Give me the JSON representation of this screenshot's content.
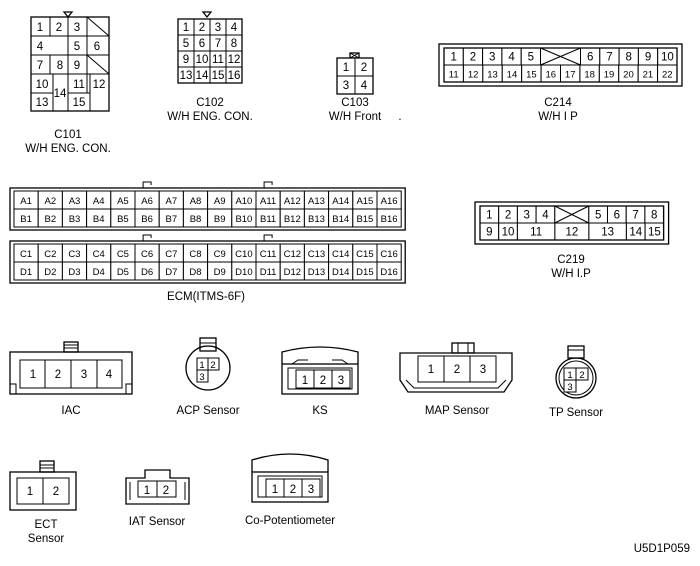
{
  "connectors": {
    "c101": {
      "id": "C101",
      "desc": "W/H ENG. CON.",
      "pins": [
        "1",
        "2",
        "3",
        "4",
        "5",
        "6",
        "7",
        "8",
        "9",
        "10",
        "11",
        "12",
        "13",
        "14",
        "15"
      ]
    },
    "c102": {
      "id": "C102",
      "desc": "W/H ENG. CON.",
      "pins": [
        "1",
        "2",
        "3",
        "4",
        "5",
        "6",
        "7",
        "8",
        "9",
        "10",
        "11",
        "12",
        "13",
        "14",
        "15",
        "16"
      ]
    },
    "c103": {
      "id": "C103",
      "desc": "W/H Front",
      "pins": [
        "1",
        "2",
        "3",
        "4"
      ]
    },
    "c214": {
      "id": "C214",
      "desc": "W/H I P",
      "top": [
        "1",
        "2",
        "3",
        "4",
        "5",
        "6",
        "7",
        "8",
        "9",
        "10"
      ],
      "bottom": [
        "11",
        "12",
        "13",
        "14",
        "15",
        "16",
        "17",
        "18",
        "19",
        "20",
        "21",
        "22"
      ]
    },
    "ecm": {
      "label": "ECM(ITMS-6F)",
      "a": [
        "A1",
        "A2",
        "A3",
        "A4",
        "A5",
        "A6",
        "A7",
        "A8",
        "A9",
        "A10",
        "A11",
        "A12",
        "A13",
        "A14",
        "A15",
        "A16"
      ],
      "b": [
        "B1",
        "B2",
        "B3",
        "B4",
        "B5",
        "B6",
        "B7",
        "B8",
        "B9",
        "B10",
        "B11",
        "B12",
        "B13",
        "B14",
        "B15",
        "B16"
      ],
      "c": [
        "C1",
        "C2",
        "C3",
        "C4",
        "C5",
        "C6",
        "C7",
        "C8",
        "C9",
        "C10",
        "C11",
        "C12",
        "C13",
        "C14",
        "C15",
        "C16"
      ],
      "d": [
        "D1",
        "D2",
        "D3",
        "D4",
        "D5",
        "D6",
        "D7",
        "D8",
        "D9",
        "D10",
        "D11",
        "D12",
        "D13",
        "D14",
        "D15",
        "D16"
      ]
    },
    "c219": {
      "id": "C219",
      "desc": "W/H I.P",
      "top": [
        "1",
        "2",
        "3",
        "4",
        "5",
        "6",
        "7",
        "8"
      ],
      "bottom": [
        "9",
        "10",
        "11",
        "12",
        "13",
        "14",
        "15"
      ]
    },
    "iac": {
      "label": "IAC",
      "pins": [
        "1",
        "2",
        "3",
        "4"
      ]
    },
    "acp": {
      "label": "ACP Sensor",
      "pins": [
        "1",
        "2",
        "3"
      ]
    },
    "ks": {
      "label": "KS",
      "pins": [
        "1",
        "2",
        "3"
      ]
    },
    "map": {
      "label": "MAP Sensor",
      "pins": [
        "1",
        "2",
        "3"
      ]
    },
    "tp": {
      "label": "TP Sensor",
      "pins": [
        "1",
        "2",
        "3"
      ]
    },
    "ect": {
      "label_line1": "ECT",
      "label_line2": "Sensor",
      "pins": [
        "1",
        "2"
      ]
    },
    "iat": {
      "label": "IAT Sensor",
      "pins": [
        "1",
        "2"
      ]
    },
    "copot": {
      "label": "Co-Potentiometer",
      "pins": [
        "1",
        "2",
        "3"
      ]
    }
  },
  "figure_code": "U5D1P059"
}
